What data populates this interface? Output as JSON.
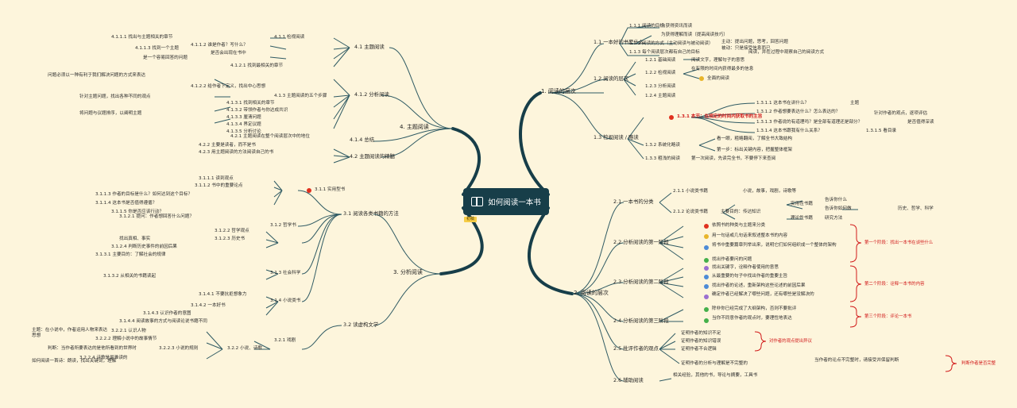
{
  "root": {
    "title": "如何阅读一本书",
    "tag": "初稿"
  },
  "branches": {
    "b1": {
      "label": "1. 阅读的层次"
    },
    "b2": {
      "label": "2. 阅读的层次"
    },
    "b3": {
      "label": "3. 分析阅读"
    },
    "b4": {
      "label": "4. 主题阅读"
    }
  },
  "right_top": {
    "n11": "1.1 一本好的书是什么",
    "n111": "1.1.1 阅读的目标",
    "n1111": "为获得资讯而读",
    "n1112": "为获得理解而读（提高阅读技巧）",
    "n112": "1.1.2 阅读的方式（主动阅读与被动阅读）",
    "n112a": "主动：提出问题，思考，回答问题",
    "n112b": "被动：只是接受信息而已",
    "n113": "1.1.3 每个阅读层次都有自己的目标",
    "n113a": "阅读，并在过程中观察自己的阅读方式",
    "n12": "1.2 阅读的层次",
    "n121": "1.2.1 基础阅读",
    "n121a": "阅读文字，理解句子的意思",
    "n122": "1.2.2 检视阅读",
    "n122a": "在有限的时间内获得最多的信息",
    "n123": "1.2.3 分析阅读",
    "n123a": "全面的阅读",
    "n124": "1.2.4 主题阅读",
    "n13": "1.3 检视阅读 / 略读",
    "n131": "1.3.1 本节：在规定的时间内获取书的主旨",
    "n131a": "1.3.1.1 这本书在讲什么？",
    "n131b": "1.3.1.2 作者想要表达什么？怎么表达的？",
    "n131c": "1.3.1.3 作者说的有道理吗？是全部有道理还是部分？",
    "n131d": "1.3.1.4 这本书跟我有什么关系？",
    "n131x": "主题",
    "n131y": "针对作者的观点，逐项评估",
    "n131z": "是否值得深读",
    "n131w": "1.3.1.5 看目录",
    "n132": "1.3.2 系统化略读",
    "n132a": "看一眼，粗略翻阅，了解全书大致结构",
    "n132b": "第一步：标出关键内容，把握整体框架",
    "n133": "1.3.3 粗浅的阅读",
    "n133a": "第一次阅读，先读完全书，不要停下来查阅"
  },
  "right_bottom": {
    "n21": "2.1 一本书的分类",
    "n211": "2.1.1 小说类书籍",
    "n211a": "小说，故事，戏剧，诗歌等",
    "n212": "2.1.2 论说类书籍",
    "n212a": "主要目的：传达知识",
    "n212b": "实用性书籍",
    "n212c": "理论性书籍",
    "n212d": "告诉你什么",
    "n212e": "告诉你如何做",
    "n212f": "研究方法",
    "n212g": "历史、哲学、科学",
    "n22": "2.2 分析阅读的第一阶段",
    "n22a": "依照书的种类与主题来分类",
    "n22b": "用一句话或几句话来叙述整本书的内容",
    "n22c": "将书中重要篇章列举出来，说明它们如何组织成一个整体的架构",
    "n22d": "找出作者要问的问题",
    "n22n": "第一个阶段：找出一本书在谈些什么",
    "n23": "2.3 分析阅读的第二阶段",
    "n23a": "找出关键字，诠释作者使用的意思",
    "n23b": "从最重要的句子中找出作者的重要主旨",
    "n23c": "找出作者的论述，重新架构这些论述的前因后果",
    "n23d": "确定作者已经解决了哪些问题，还有哪些是没解决的",
    "n23n": "第二个阶段：诠释一本书的内容",
    "n24": "2.4 分析阅读的第三阶段",
    "n24a": "除非你已经完成了大纲架构，否则不要批评",
    "n24b": "当你不同意作者的观点时，要理性地表达",
    "n24n": "第三个阶段：评论一本书",
    "n25": "2.5 批评作者的观点",
    "n25a": "证明作者的知识不足",
    "n25b": "证明作者的知识错误",
    "n25c": "证明作者不合逻辑",
    "n25d": "证明作者的分析与理解是不完整的",
    "n25n": "对作者的观点提出异议",
    "n25e": "当作者的论点不完整时，请接受并保留判断",
    "n25f": "判断作者是否完整",
    "n26": "2.6 辅助阅读",
    "n26a": "相关经验，其他的书，导论与摘要，工具书"
  },
  "left_top": {
    "n41": "4.1 主题阅读",
    "n411": "4.1.1 检视阅读",
    "n411a": "4.1.1.1 找出与主题相关的章节",
    "n411b": "4.1.1.2 谁是作者？写什么？",
    "n411c": "4.1.1.3 找到一个主题",
    "n411d": "是否会出现在书中",
    "n411e": "是一个容易回答的问题",
    "n412": "4.1.2 分析阅读",
    "n412a": "4.1.2.1 找到最相关的章节",
    "n412b": "4.1.2.2 给作者下定义，找出中心思想",
    "n413": "4.1.3 主题阅读的五个步骤",
    "n413a": "4.1.3.1 找到相关的章节",
    "n413b": "4.1.3.2 带领作者与你达成共识",
    "n413c": "4.1.3.3 厘清问题",
    "n413d": "4.1.3.4 界定议题",
    "n413e": "4.1.3.5 分析讨论",
    "n413x": "问题必须以一种有利于我们解决问题的方式来表达",
    "n413y": "针对主题问题，找出各种不同的观点",
    "n413z": "将问题与议题排序，以阐明主题",
    "n414": "4.1.4 总结",
    "n42": "4.2 主题阅读的精髓",
    "n421": "4.2.1 主题阅读在整个阅读层次中的地位",
    "n422": "4.2.2 主要是读者，而不是书",
    "n423": "4.2.3 用主题阅读的方法阅读自己的书"
  },
  "left_bottom": {
    "n31": "3.1 阅读各类书籍的方法",
    "n311": "3.1.1 实用型书",
    "n311a": "3.1.1.1 读到观点",
    "n311b": "3.1.1.2 书中的重要论点",
    "n311c": "3.1.1.3 作者的目标是什么？如何达到这个目标？",
    "n311d": "3.1.1.4 这本书是否值得遵循？",
    "n311e": "3.1.1.5 你是否应该行动？",
    "n312": "3.1.2 哲学书",
    "n312a": "3.1.2.1 提问：作者想回答什么问题？",
    "n312b": "3.1.2.2 哲学观点",
    "n312c": "3.1.2.3 历史书",
    "n312d": "找出真相、事实",
    "n312e": "3.1.2.4 判断历史事件的前因后果",
    "n313": "3.1.3 社会科学",
    "n313a": "3.1.3.1 主要目的：了解社会的规律",
    "n313b": "3.1.3.2 从相关的书籍读起",
    "n314": "3.1.4 小说类书",
    "n314a": "3.1.4.1 不要抗拒想象力",
    "n314b": "3.1.4.2 一本好书",
    "n314c": "3.1.4.3 认识作者的意图",
    "n314d": "3.1.4.4 阅读故事的方式与阅读论说书籍不同",
    "n32": "3.2 读虚构文学",
    "n321": "3.2.1 戏剧",
    "n322": "3.2.2 小说、诗歌",
    "n322a": "3.2.2.1 认识人物",
    "n322b": "3.2.2.2 理解小说中的故事情节",
    "n322c": "3.2.2.3 小说的规则",
    "n322d": "3.2.2.4 诗歌是最难读的",
    "n322e": "主题：在小说中，作者运用人物来表达思想",
    "n322f": "判断：当作者所要表达的是他所看到的世界时",
    "n322g": "如何阅读一首诗：朗读，找出关键词，理解"
  }
}
